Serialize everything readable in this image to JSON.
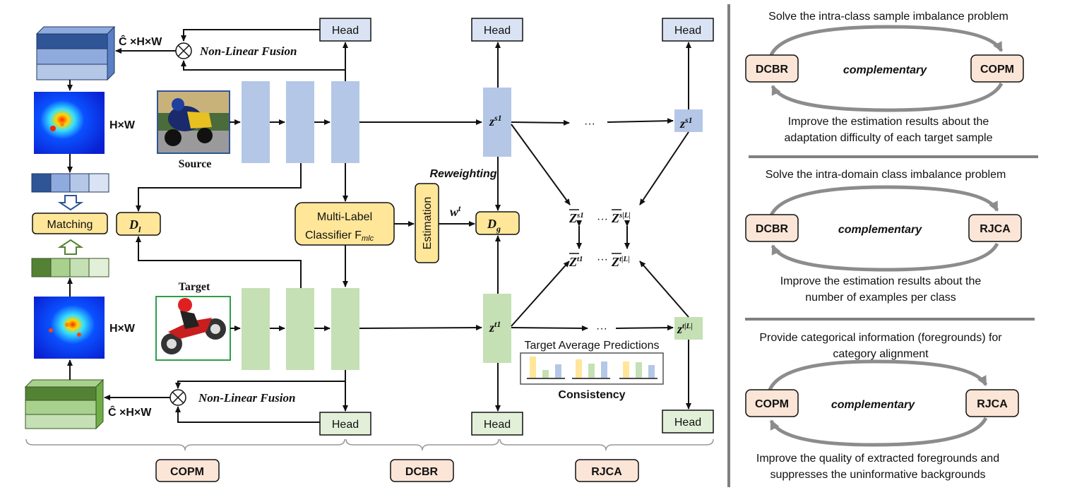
{
  "colors": {
    "blue_feature": "#b4c7e7",
    "blue_head": "#dae3f3",
    "green_feature": "#c5e0b4",
    "green_head": "#e2f0d9",
    "yellow_box": "#ffe699",
    "peach_box": "#fbe5d6",
    "divider": "#7f7f7f",
    "arrow_gray": "#8c8c8c",
    "dark_blue": "#2f5597",
    "dark_green": "#548235"
  },
  "labels": {
    "head": "Head",
    "non_linear_fusion": "Non-Linear Fusion",
    "c_hw": "Ĉ ×H×W",
    "hw": "H×W",
    "source": "Source",
    "target": "Target",
    "matching": "Matching",
    "d_l_main": "D",
    "d_l_sub": "l",
    "d_g_main": "D",
    "d_g_sub": "g",
    "mlc_line1": "Multi-Label",
    "mlc_line2": "Classifier F",
    "mlc_sub": "mlc",
    "estimation": "Estimation",
    "reweighting": "Reweighting",
    "w_main": "w",
    "w_sup": "t",
    "z_main": "z",
    "zs1_sup": "s1",
    "zt1_sup": "t1",
    "ztL_sup": "t|L|",
    "zbar_main": "Z",
    "zbar_s1_sup": "s1",
    "zbar_sL_sup": "s|L|",
    "zbar_t1_sup": "t1",
    "zbar_tL_sup": "t|L|",
    "dots": "···",
    "target_avg": "Target Average Predictions",
    "consistency": "Consistency"
  },
  "modules": {
    "copm": "COPM",
    "dcbr": "DCBR",
    "rjca": "RJCA"
  },
  "right_panel": {
    "p1_top": "Solve the intra-class sample imbalance problem",
    "p1_left": "DCBR",
    "p1_mid": "complementary",
    "p1_right": "COPM",
    "p1_bottom_1": "Improve the estimation results about the",
    "p1_bottom_2": "adaptation difficulty of each target sample",
    "p2_top": "Solve the intra-domain class imbalance problem",
    "p2_left": "DCBR",
    "p2_mid": "complementary",
    "p2_right": "RJCA",
    "p2_bottom_1": "Improve the estimation results about the",
    "p2_bottom_2": "number of examples per class",
    "p3_top_1": "Provide categorical information (foregrounds) for",
    "p3_top_2": "category alignment",
    "p3_left": "COPM",
    "p3_mid": "complementary",
    "p3_right": "RJCA",
    "p3_bottom_1": "Improve the quality of extracted foregrounds and",
    "p3_bottom_2": "suppresses the uninformative backgrounds"
  },
  "icons": {
    "source_image": "motorcycle-photo-icon",
    "target_image": "motorcycle-clipart-icon",
    "heatmap": "heatmap-icon",
    "fusion": "multiply-circle-icon"
  }
}
